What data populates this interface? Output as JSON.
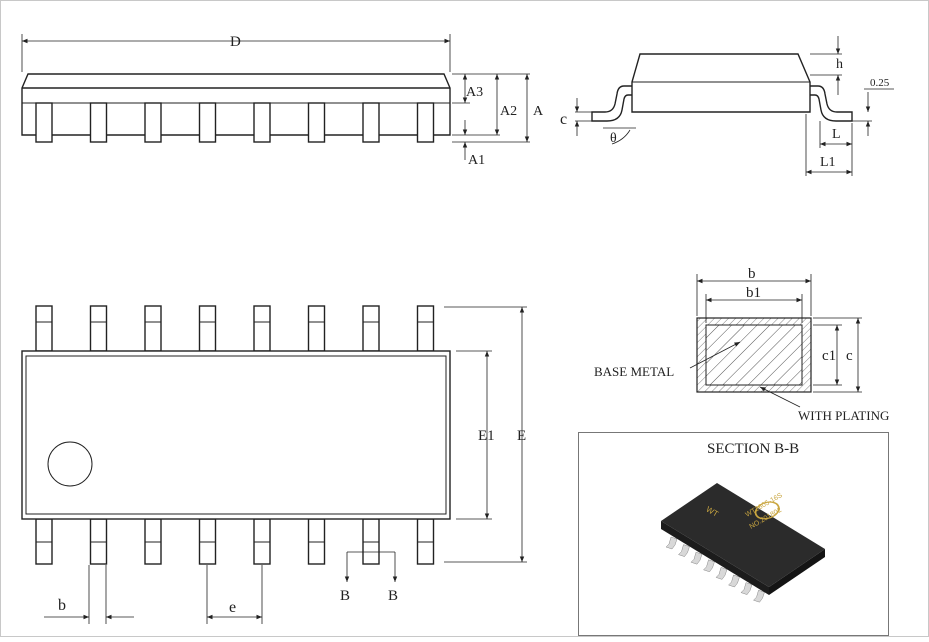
{
  "labels": {
    "D": "D",
    "A": "A",
    "A1": "A1",
    "A2": "A2",
    "A3": "A3",
    "c": "c",
    "theta": "θ",
    "h": "h",
    "plating_offset": "0.25",
    "L": "L",
    "L1": "L1",
    "E1": "E1",
    "E": "E",
    "b": "b",
    "e": "e",
    "section_marker_1": "B",
    "section_marker_2": "B",
    "b_section": "b",
    "b1": "b1",
    "c_section": "c",
    "c1": "c1",
    "base_metal": "BASE METAL",
    "with_plating": "WITH PLATING",
    "section_title": "SECTION B-B"
  },
  "chip": {
    "marking_line1": "WT2605-16S",
    "marking_line2": "NO.201802",
    "logo_text": "WT",
    "body_color": "#2b2b2b",
    "lead_color": "#d8d8d8",
    "marking_color": "#c9a640"
  },
  "pins_per_side": 8
}
